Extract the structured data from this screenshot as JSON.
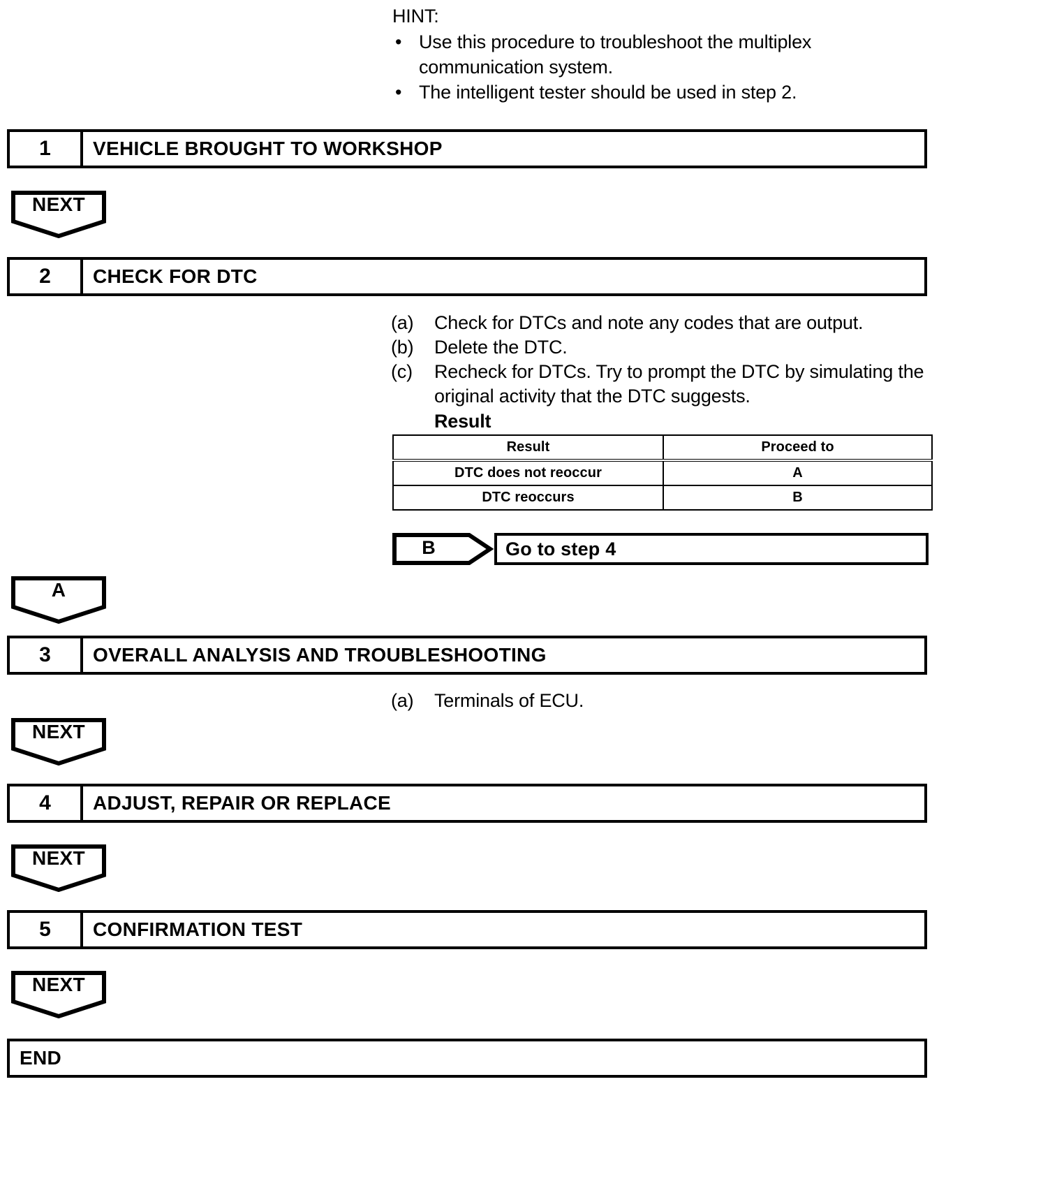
{
  "hint": {
    "title": "HINT:",
    "bullet_glyph": "•",
    "items": [
      "Use this procedure to troubleshoot the multiplex communication system.",
      "The intelligent tester should be used in step 2."
    ]
  },
  "steps": [
    {
      "number": "1",
      "title": "VEHICLE BROUGHT TO WORKSHOP"
    },
    {
      "number": "2",
      "title": "CHECK FOR DTC"
    },
    {
      "number": "3",
      "title": "OVERALL ANALYSIS AND TROUBLESHOOTING"
    },
    {
      "number": "4",
      "title": "ADJUST, REPAIR OR REPLACE"
    },
    {
      "number": "5",
      "title": "CONFIRMATION TEST"
    }
  ],
  "connectors": {
    "next": "NEXT",
    "a": "A"
  },
  "step2_details": {
    "items": [
      {
        "marker": "(a)",
        "text": "Check for DTCs and note any codes that are output."
      },
      {
        "marker": "(b)",
        "text": "Delete the DTC."
      },
      {
        "marker": "(c)",
        "text": "Recheck for DTCs. Try to prompt the DTC by simulating the original activity that the DTC suggests."
      }
    ],
    "result_heading": "Result"
  },
  "result_table": {
    "headers": [
      "Result",
      "Proceed to"
    ],
    "rows": [
      [
        "DTC does not reoccur",
        "A"
      ],
      [
        "DTC reoccurs",
        "B"
      ]
    ]
  },
  "branch": {
    "tag": "B",
    "target": "Go to step 4"
  },
  "step3_details": {
    "items": [
      {
        "marker": "(a)",
        "text": "Terminals of ECU."
      }
    ]
  },
  "end": {
    "label": "END"
  },
  "colors": {
    "line": "#000000",
    "background": "#ffffff"
  }
}
